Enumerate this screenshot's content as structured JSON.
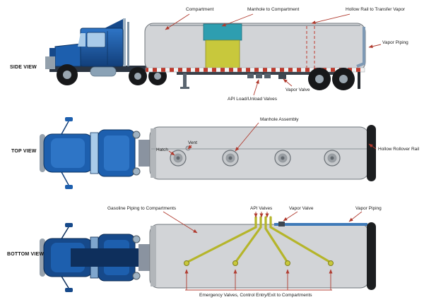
{
  "diagram": {
    "side": {
      "title": "SIDE VIEW",
      "compartment": "Compartment",
      "manhole_to_compartment": "Manhole to Compartment",
      "hollow_rail": "Hollow Rail to Transfer Vapor",
      "vapor_piping": "Vapor Piping",
      "vapor_valve": "Vapor Valve",
      "api_load_unload": "API Load/Unload Valves"
    },
    "top": {
      "title": "TOP VIEW",
      "manhole_assembly": "Manhole Assembly",
      "vent": "Vent",
      "hatch": "Hatch",
      "rollover_rail": "Hollow Rollover Rail"
    },
    "bottom": {
      "title": "BOTTOM VIEW",
      "gasoline_piping": "Gasoline Piping to Compartments",
      "api_valves": "API Valves",
      "vapor_valve": "Vapor Valve",
      "vapor_piping": "Vapor Piping",
      "emergency_valves": "Emergency Valves, Control Entry/Exit to Compartments"
    },
    "colors": {
      "cab_blue": "#1d5fae",
      "tank_gray": "#d2d4d7",
      "compartment_teal": "#2e9eb0",
      "compartment_yellow": "#c8c83c",
      "pipe_yellow": "#b5b52a",
      "leader_red": "#b03a2e",
      "vapor_blue": "#3f7ab8"
    }
  }
}
